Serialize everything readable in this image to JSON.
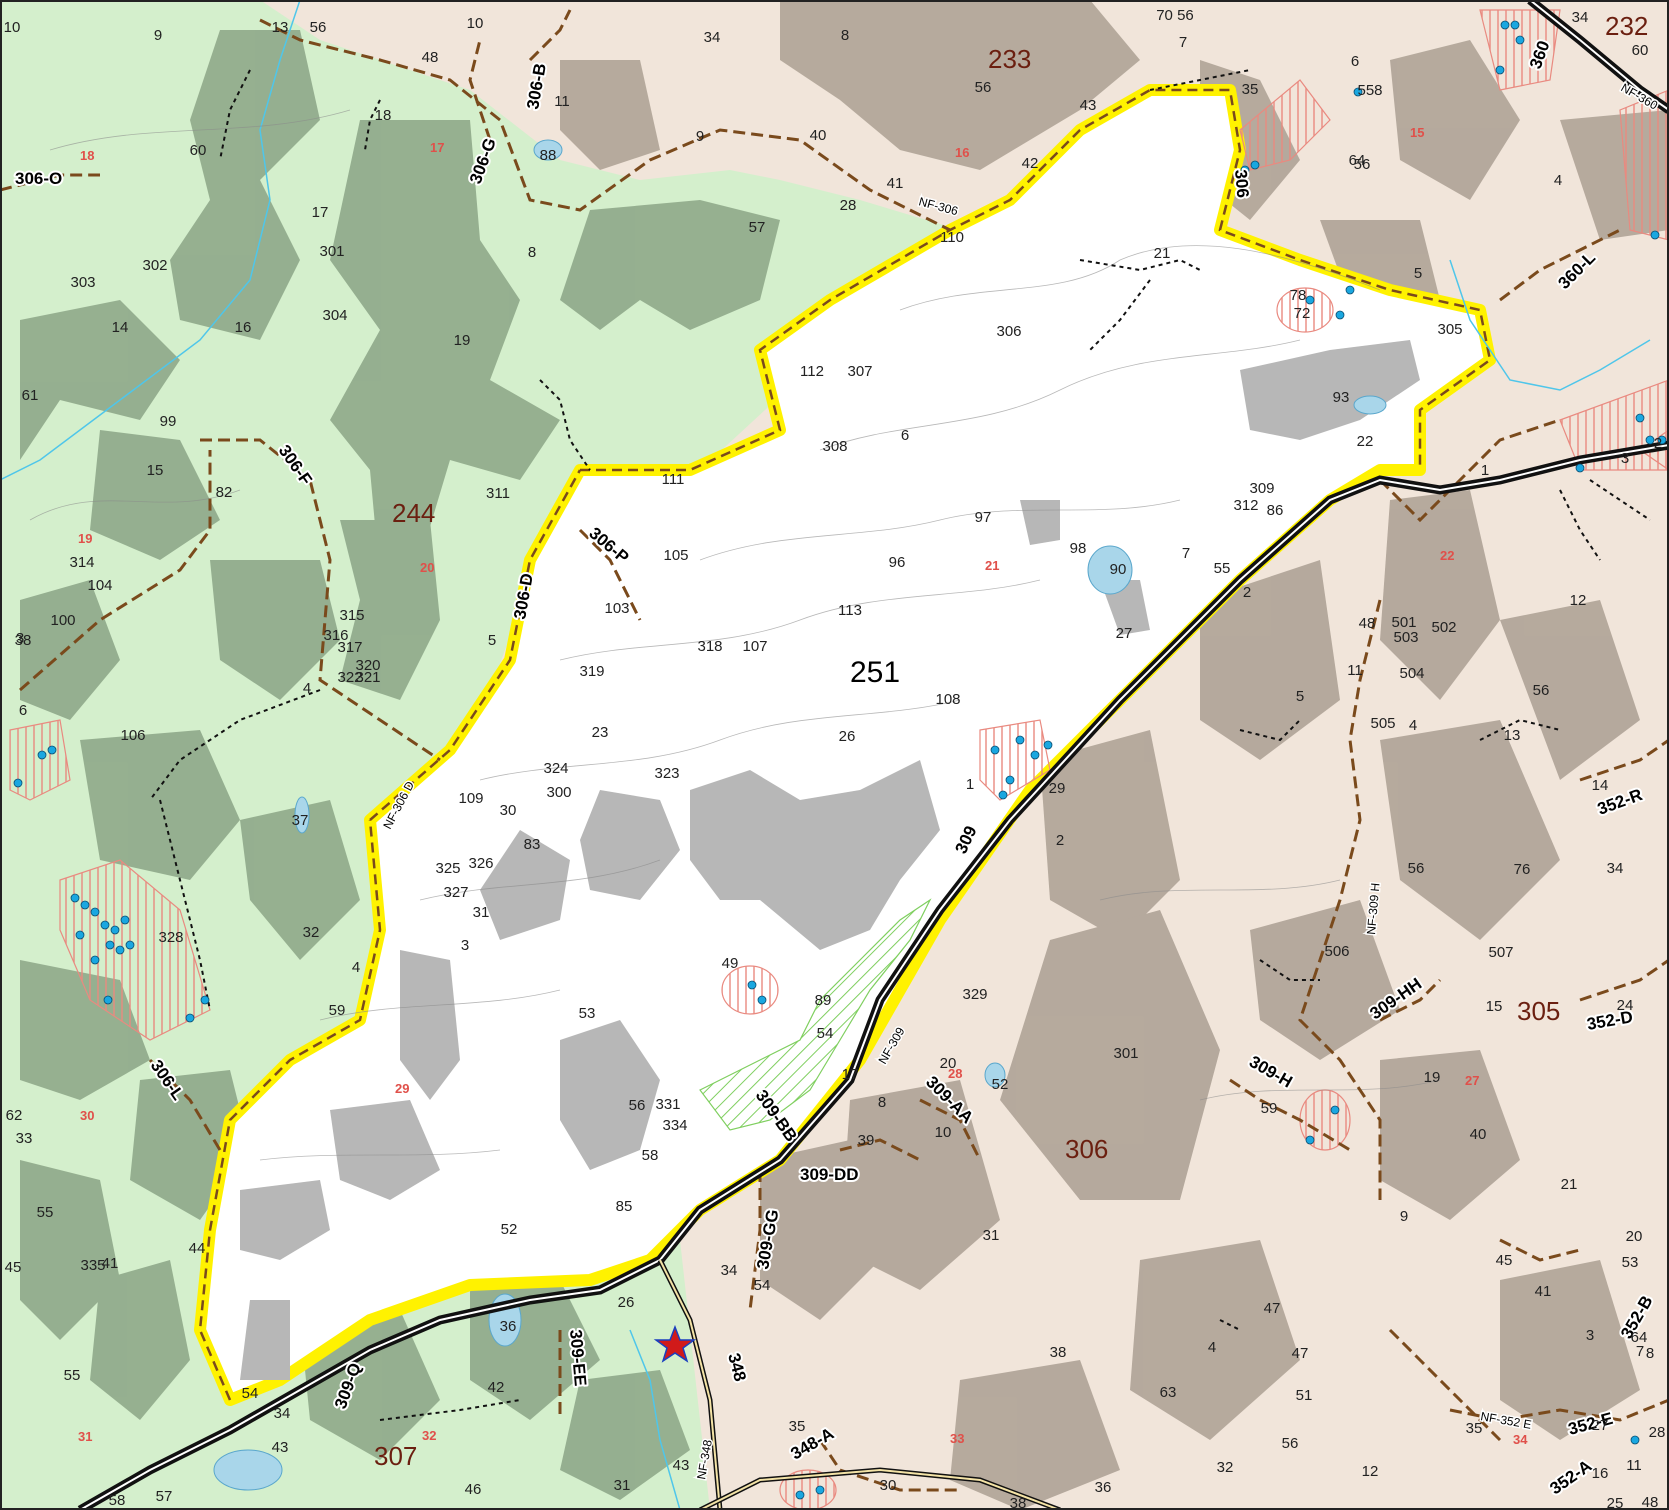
{
  "colors": {
    "forest_light": "#d4efcc",
    "forest_dark": "#8fa98a",
    "private_light": "#f1e5da",
    "private_dark": "#b2a69a",
    "focus_fill": "#ffffff",
    "focus_gray": "#b7b7b7",
    "focus_outline": "#fff200",
    "road_primary": "#111111",
    "road_secondary": "#7a4a1c",
    "trail": "#111111",
    "stream": "#4fc6ea",
    "water": "#a9d6ea",
    "hatch_red": "#e98a80",
    "hatch_green": "#7fcf5f",
    "site_dot": "#1aa7e0",
    "star_red": "#d11a1a",
    "star_blue": "#1a3fbf"
  },
  "compartments": [
    {
      "id": "c244",
      "text": "244"
    },
    {
      "id": "c233",
      "text": "233"
    },
    {
      "id": "c232",
      "text": "232"
    },
    {
      "id": "c251",
      "text": "251"
    },
    {
      "id": "c306",
      "text": "306"
    },
    {
      "id": "c305",
      "text": "305"
    },
    {
      "id": "c307",
      "text": "307"
    }
  ],
  "roads": [
    {
      "id": "r306o",
      "text": "306-O"
    },
    {
      "id": "r306b",
      "text": "306-B"
    },
    {
      "id": "r306g",
      "text": "306-G"
    },
    {
      "id": "r306f",
      "text": "306-F"
    },
    {
      "id": "r306d",
      "text": "306-D"
    },
    {
      "id": "r306p",
      "text": "306-P"
    },
    {
      "id": "r306l",
      "text": "306-L"
    },
    {
      "id": "r306",
      "text": "306"
    },
    {
      "id": "r360",
      "text": "360"
    },
    {
      "id": "r360l",
      "text": "360-L"
    },
    {
      "id": "r309",
      "text": "309"
    },
    {
      "id": "r309bb",
      "text": "309-BB"
    },
    {
      "id": "r309dd",
      "text": "309-DD"
    },
    {
      "id": "r309gg",
      "text": "309-GG"
    },
    {
      "id": "r309aa",
      "text": "309-AA"
    },
    {
      "id": "r309ee",
      "text": "309-EE"
    },
    {
      "id": "r309q",
      "text": "309-Q"
    },
    {
      "id": "r309h",
      "text": "309-H"
    },
    {
      "id": "r309hh",
      "text": "309-HH"
    },
    {
      "id": "r348",
      "text": "348"
    },
    {
      "id": "r348a",
      "text": "348-A"
    },
    {
      "id": "r352r",
      "text": "352-R"
    },
    {
      "id": "r352d",
      "text": "352-D"
    },
    {
      "id": "r352b",
      "text": "352-B"
    },
    {
      "id": "r352e",
      "text": "352-E"
    },
    {
      "id": "r352a",
      "text": "352-A"
    }
  ],
  "road_names": [
    {
      "id": "nf306",
      "text": "NF-306"
    },
    {
      "id": "nf306d",
      "text": "NF-306 D"
    },
    {
      "id": "nf309",
      "text": "NF-309"
    },
    {
      "id": "nf309h",
      "text": "NF-309 H"
    },
    {
      "id": "nf348",
      "text": "NF-348"
    },
    {
      "id": "nf352e",
      "text": "NF-352 E"
    },
    {
      "id": "nf360",
      "text": "NF-360"
    }
  ],
  "sections": [
    {
      "id": "s18",
      "text": "18"
    },
    {
      "id": "s17",
      "text": "17"
    },
    {
      "id": "s16",
      "text": "16"
    },
    {
      "id": "s15",
      "text": "15"
    },
    {
      "id": "s19",
      "text": "19"
    },
    {
      "id": "s20",
      "text": "20"
    },
    {
      "id": "s21",
      "text": "21"
    },
    {
      "id": "s22",
      "text": "22"
    },
    {
      "id": "s30",
      "text": "30"
    },
    {
      "id": "s29",
      "text": "29"
    },
    {
      "id": "s28",
      "text": "28"
    },
    {
      "id": "s27",
      "text": "27"
    },
    {
      "id": "s31",
      "text": "31"
    },
    {
      "id": "s32",
      "text": "32"
    },
    {
      "id": "s33",
      "text": "33"
    },
    {
      "id": "s34",
      "text": "34"
    }
  ],
  "stands": [
    "10",
    "9",
    "13",
    "56",
    "10",
    "34",
    "8",
    "70 56",
    "7",
    "34",
    "60",
    "48",
    "306-B",
    "11",
    "88",
    "9",
    "40",
    "43",
    "35",
    "6",
    "558",
    "18",
    "60",
    "17",
    "301",
    "302",
    "303",
    "14",
    "16",
    "304",
    "19",
    "8",
    "57",
    "28",
    "41",
    "42",
    "110",
    "56",
    "64",
    "56",
    "4",
    "112",
    "307",
    "306",
    "21",
    "78",
    "72",
    "305",
    "5",
    "93",
    "22",
    "308",
    "6",
    "111",
    "61",
    "99",
    "15",
    "82",
    "311",
    "105",
    "97",
    "98",
    "7",
    "309",
    "312",
    "86",
    "96",
    "90",
    "55",
    "2",
    "12",
    "314",
    "104",
    "100",
    "316",
    "315",
    "317",
    "320",
    "321",
    "322",
    "4",
    "5",
    "103",
    "113",
    "27",
    "319",
    "318",
    "107",
    "251",
    "108",
    "501",
    "503",
    "502",
    "504",
    "48",
    "11",
    "56",
    "5",
    "505",
    "4",
    "13",
    "38",
    "106",
    "23",
    "26",
    "1",
    "29",
    "323",
    "324",
    "300",
    "109",
    "30",
    "83",
    "325",
    "326",
    "327",
    "31",
    "3",
    "4",
    "2",
    "14",
    "34",
    "56",
    "76",
    "37",
    "328",
    "32",
    "49",
    "329",
    "59",
    "89",
    "54",
    "53",
    "20",
    "17",
    "506",
    "507",
    "15",
    "24",
    "301",
    "52",
    "8",
    "59",
    "19",
    "40",
    "21",
    "33",
    "331",
    "334",
    "56",
    "58",
    "39",
    "10",
    "31",
    "9",
    "20",
    "53",
    "55",
    "41",
    "335",
    "52",
    "85",
    "34",
    "54",
    "47",
    "41",
    "45",
    "44",
    "26",
    "36",
    "4",
    "38",
    "64",
    "7",
    "55",
    "54",
    "42",
    "63",
    "51",
    "35",
    "34",
    "43",
    "35",
    "8",
    "47",
    "46",
    "31",
    "43",
    "30",
    "36",
    "32",
    "12",
    "58",
    "57",
    "38",
    "25",
    "48",
    "16",
    "28",
    "11",
    "27",
    "2",
    "3",
    "6",
    "3",
    "45",
    "1",
    "3",
    "62",
    "56",
    "13",
    "6",
    "33",
    "2",
    "41",
    "56"
  ]
}
